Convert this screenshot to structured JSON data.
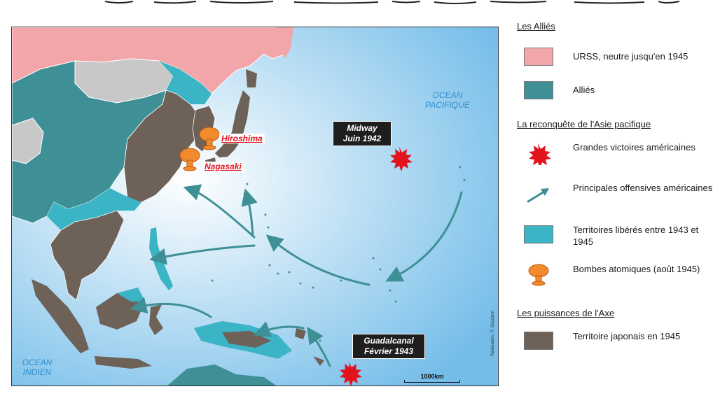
{
  "map": {
    "ocean_pacific": "OCEAN\nPACIFIQUE",
    "ocean_indian": "OCEAN\nINDIEN",
    "battles": [
      {
        "label": "Midway\nJuin 1942"
      },
      {
        "label": "Guadalcanal\nFévrier 1943"
      }
    ],
    "cities": [
      {
        "name": "Hiroshima"
      },
      {
        "name": "Nagasaki"
      }
    ],
    "scale_label": "1000km",
    "credit": "Réalisation : F. Seuzaret"
  },
  "legend": {
    "allies_title": "Les Alliés",
    "ussr": "URSS, neutre jusqu'en 1945",
    "allies": "Alliés",
    "reconquest_title": "La reconquête de l'Asie pacifique",
    "victories": "Grandes victoires américaines",
    "offensives": "Principales offensives américaines",
    "liberated": "Territoires libérés entre 1943 et 1945",
    "bombs": "Bombes atomiques (août 1945)",
    "axis_title": "Les puissances de l'Axe",
    "japan": "Territoire japonais en 1945"
  },
  "colors": {
    "ussr": "#f2a6a9",
    "allies": "#3e8f96",
    "liberated": "#3bb4c6",
    "japan": "#6d6158",
    "neutral": "#c8c8c8",
    "arrow": "#3e8f96",
    "explosion": "#e2131d",
    "bomb": "#f28a2e"
  }
}
